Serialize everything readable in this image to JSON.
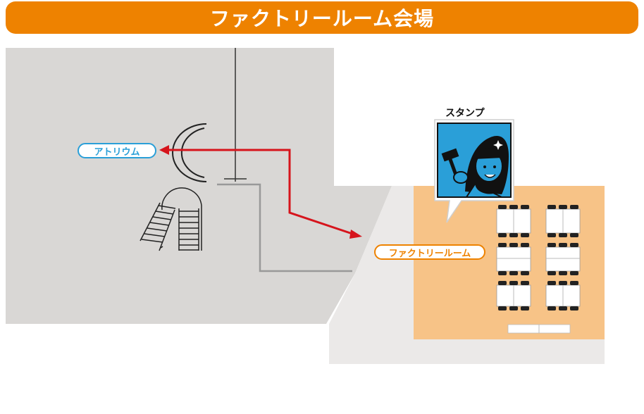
{
  "header": {
    "title": "ファクトリールーム会場"
  },
  "labels": {
    "atrium": "アトリウム",
    "factory_room": "ファクトリールーム",
    "stamp": "スタンプ"
  },
  "colors": {
    "header": "#ee8200",
    "atrium_accent": "#2a9fd8",
    "room_accent": "#ee8200",
    "room_fill": "#f7c387",
    "route": "#d6141c",
    "stamp_bg": "#2a9fd8"
  },
  "icons": [
    "staircase-icon",
    "stamp-character-icon",
    "hammer-icon"
  ]
}
